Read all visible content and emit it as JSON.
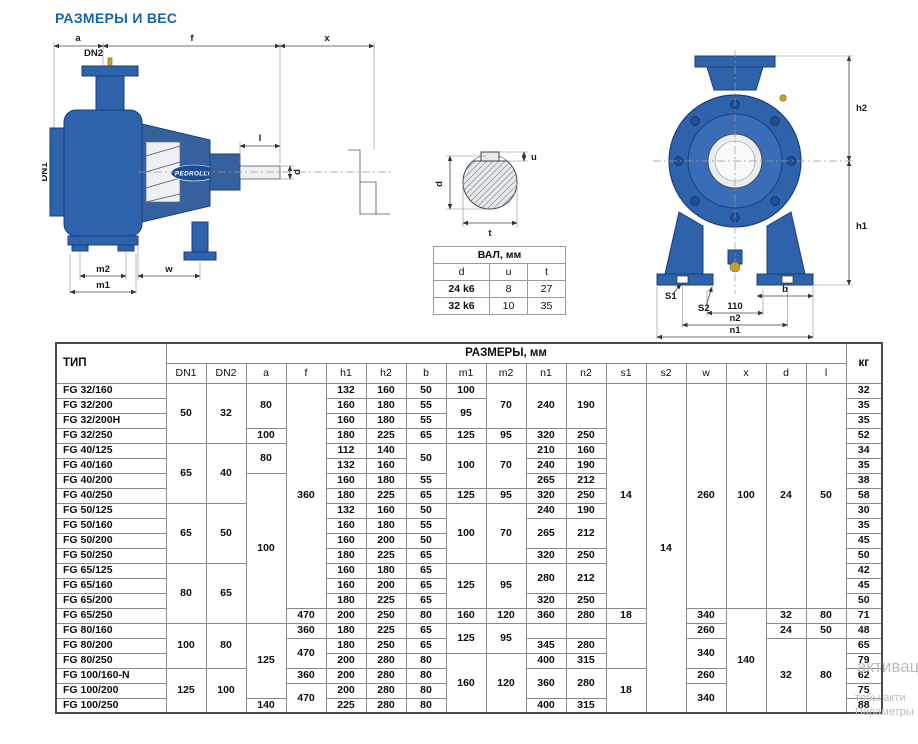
{
  "page": {
    "title": "РАЗМЕРЫ И ВЕС"
  },
  "drawings": {
    "side": {
      "a": "a",
      "f": "f",
      "x": "x",
      "dn2": "DN2",
      "dn1": "DN1",
      "l": "l",
      "d": "d",
      "m2": "m2",
      "m1": "m1",
      "w": "w",
      "brand": "PEDROLLO"
    },
    "section": {
      "d": "d",
      "u": "u",
      "t": "t"
    },
    "front": {
      "h2": "h2",
      "h1": "h1",
      "s1": "S1",
      "s2": "S2",
      "b": "b",
      "dim110": "110",
      "n2": "n2",
      "n1": "n1"
    }
  },
  "shaft_table": {
    "title": "ВАЛ, мм",
    "columns": [
      "d",
      "u",
      "t"
    ],
    "rows": [
      [
        "24 k6",
        "8",
        "27"
      ],
      [
        "32 k6",
        "10",
        "35"
      ]
    ]
  },
  "main_table": {
    "headers": {
      "type": "ТИП",
      "dims": "РАЗМЕРЫ, мм",
      "kg": "кг"
    },
    "dim_columns": [
      "DN1",
      "DN2",
      "a",
      "f",
      "h1",
      "h2",
      "b",
      "m1",
      "m2",
      "n1",
      "n2",
      "s1",
      "s2",
      "w",
      "x",
      "d",
      "l"
    ],
    "rows": [
      [
        "FG 32/160",
        [
          "50",
          4
        ],
        [
          "32",
          4
        ],
        [
          "80",
          3
        ],
        [
          "360",
          15
        ],
        "132",
        "160",
        "50",
        "100",
        [
          "70",
          3
        ],
        [
          "240",
          3
        ],
        [
          "190",
          3
        ],
        [
          "14",
          15
        ],
        [
          "14",
          22
        ],
        [
          "260",
          15
        ],
        [
          "100",
          15
        ],
        [
          "24",
          15
        ],
        [
          "50",
          15
        ],
        "32"
      ],
      [
        "FG 32/200",
        null,
        null,
        null,
        null,
        "160",
        "180",
        "55",
        [
          "95",
          2
        ],
        null,
        null,
        null,
        null,
        null,
        null,
        null,
        null,
        null,
        "35"
      ],
      [
        "FG 32/200H",
        null,
        null,
        null,
        null,
        "160",
        "180",
        "55",
        null,
        null,
        null,
        null,
        null,
        null,
        null,
        null,
        null,
        null,
        "35"
      ],
      [
        "FG 32/250",
        null,
        null,
        "100",
        null,
        "180",
        "225",
        "65",
        "125",
        "95",
        "320",
        "250",
        null,
        null,
        null,
        null,
        null,
        null,
        "52"
      ],
      [
        "FG 40/125",
        [
          "65",
          4
        ],
        [
          "40",
          4
        ],
        [
          "80",
          2
        ],
        null,
        "112",
        "140",
        [
          "50",
          2
        ],
        [
          "100",
          3
        ],
        [
          "70",
          3
        ],
        "210",
        "160",
        null,
        null,
        null,
        null,
        null,
        null,
        "34"
      ],
      [
        "FG 40/160",
        null,
        null,
        null,
        null,
        "132",
        "160",
        null,
        null,
        null,
        "240",
        "190",
        null,
        null,
        null,
        null,
        null,
        null,
        "35"
      ],
      [
        "FG 40/200",
        null,
        null,
        [
          "100",
          10
        ],
        null,
        "160",
        "180",
        "55",
        null,
        null,
        "265",
        "212",
        null,
        null,
        null,
        null,
        null,
        null,
        "38"
      ],
      [
        "FG 40/250",
        null,
        null,
        null,
        null,
        "180",
        "225",
        "65",
        "125",
        "95",
        "320",
        "250",
        null,
        null,
        null,
        null,
        null,
        null,
        "58"
      ],
      [
        "FG 50/125",
        [
          "65",
          4
        ],
        [
          "50",
          4
        ],
        null,
        null,
        "132",
        "160",
        "50",
        [
          "100",
          4
        ],
        [
          "70",
          4
        ],
        "240",
        "190",
        null,
        null,
        null,
        null,
        null,
        null,
        "30"
      ],
      [
        "FG 50/160",
        null,
        null,
        null,
        null,
        "160",
        "180",
        "55",
        null,
        null,
        [
          "265",
          2
        ],
        [
          "212",
          2
        ],
        null,
        null,
        null,
        null,
        null,
        null,
        "35"
      ],
      [
        "FG 50/200",
        null,
        null,
        null,
        null,
        "160",
        "200",
        "50",
        null,
        null,
        null,
        null,
        null,
        null,
        null,
        null,
        null,
        null,
        "45"
      ],
      [
        "FG 50/250",
        null,
        null,
        null,
        null,
        "180",
        "225",
        "65",
        null,
        null,
        "320",
        "250",
        null,
        null,
        null,
        null,
        null,
        null,
        "50"
      ],
      [
        "FG 65/125",
        [
          "80",
          4
        ],
        [
          "65",
          4
        ],
        null,
        null,
        "160",
        "180",
        "65",
        [
          "125",
          3
        ],
        [
          "95",
          3
        ],
        [
          "280",
          2
        ],
        [
          "212",
          2
        ],
        null,
        null,
        null,
        null,
        null,
        null,
        "42"
      ],
      [
        "FG 65/160",
        null,
        null,
        null,
        null,
        "160",
        "200",
        "65",
        null,
        null,
        null,
        null,
        null,
        null,
        null,
        null,
        null,
        null,
        "45"
      ],
      [
        "FG 65/200",
        null,
        null,
        null,
        null,
        "180",
        "225",
        "65",
        null,
        null,
        "320",
        "250",
        null,
        null,
        null,
        null,
        null,
        null,
        "50"
      ],
      [
        "FG 65/250",
        null,
        null,
        null,
        "470",
        "200",
        "250",
        "80",
        "160",
        "120",
        "360",
        "280",
        "18",
        null,
        "340",
        [
          "140",
          7
        ],
        "32",
        "80",
        "71"
      ],
      [
        "FG 80/160",
        [
          "100",
          3
        ],
        [
          "80",
          3
        ],
        [
          "125",
          5
        ],
        "360",
        "180",
        "225",
        "65",
        [
          "125",
          2
        ],
        [
          "95",
          2
        ],
        "",
        "",
        [
          "",
          3
        ],
        null,
        "260",
        null,
        "24",
        "50",
        "48"
      ],
      [
        "FG 80/200",
        null,
        null,
        null,
        [
          "470",
          2
        ],
        "180",
        "250",
        "65",
        null,
        null,
        "345",
        "280",
        null,
        null,
        [
          "340",
          2
        ],
        null,
        [
          "32",
          5
        ],
        [
          "80",
          5
        ],
        "65"
      ],
      [
        "FG 80/250",
        null,
        null,
        null,
        null,
        "200",
        "280",
        "80",
        [
          "160",
          4
        ],
        [
          "120",
          4
        ],
        "400",
        "315",
        null,
        null,
        null,
        null,
        null,
        null,
        "79"
      ],
      [
        "FG 100/160-N",
        [
          "125",
          3
        ],
        [
          "100",
          3
        ],
        null,
        "360",
        "200",
        "280",
        "80",
        null,
        null,
        [
          "360",
          2
        ],
        [
          "280",
          2
        ],
        [
          "18",
          3
        ],
        null,
        "260",
        null,
        null,
        null,
        "62"
      ],
      [
        "FG 100/200",
        null,
        null,
        null,
        [
          "470",
          2
        ],
        "200",
        "280",
        "80",
        null,
        null,
        null,
        null,
        null,
        null,
        [
          "340",
          2
        ],
        null,
        null,
        null,
        "75"
      ],
      [
        "FG 100/250",
        null,
        null,
        "140",
        null,
        "225",
        "280",
        "80",
        null,
        null,
        "400",
        "315",
        null,
        null,
        null,
        null,
        null,
        null,
        "88"
      ]
    ]
  },
  "watermark": {
    "lines": [
      "активаци",
      "тобы акти",
      "Параметры"
    ]
  }
}
